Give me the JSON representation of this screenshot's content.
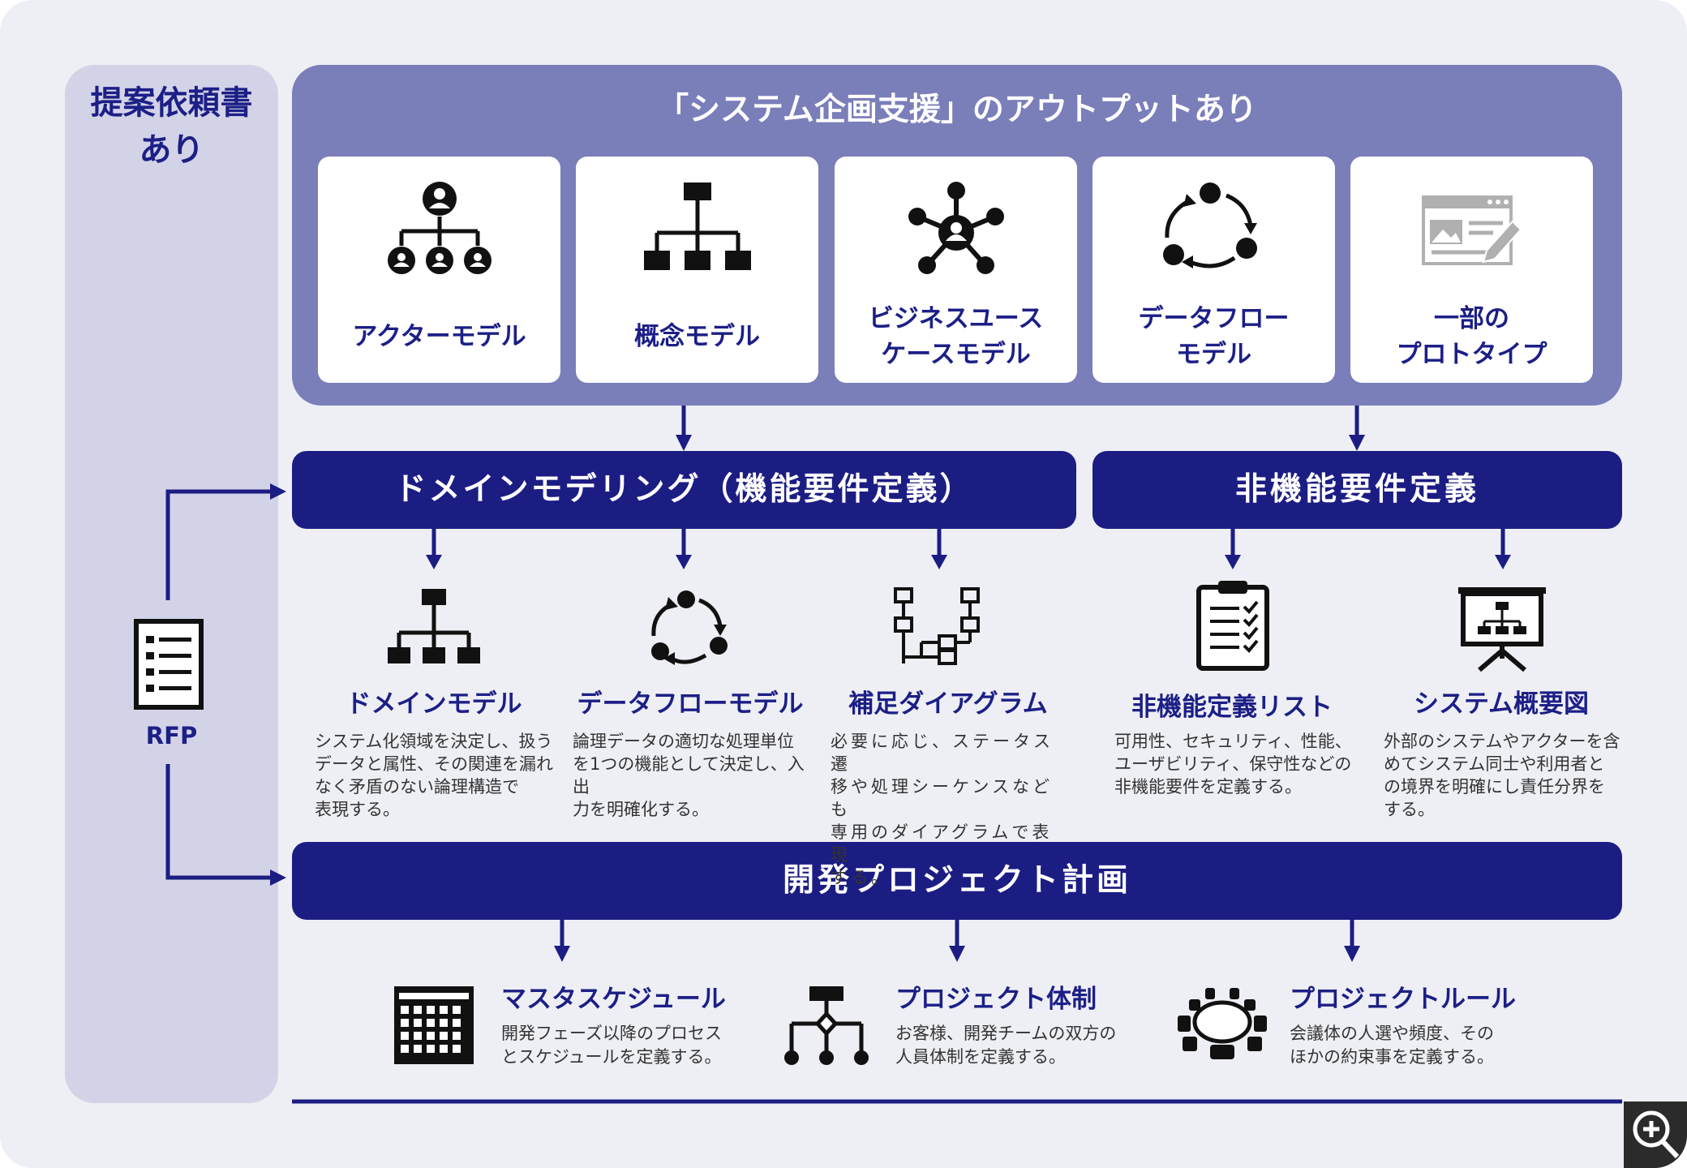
{
  "left_column": {
    "title_line1": "提案依頼書",
    "title_line2": "あり",
    "rfp_label": "RFP",
    "rfp_icon": "document-list-icon"
  },
  "top_section": {
    "title": "「システム企画支援」のアウトプットあり",
    "cards": [
      {
        "icon": "actor-hierarchy-icon",
        "line1": "アクターモデル",
        "line2": ""
      },
      {
        "icon": "org-chart-icon",
        "line1": "概念モデル",
        "line2": ""
      },
      {
        "icon": "network-hub-icon",
        "line1": "ビジネスユース",
        "line2": "ケースモデル"
      },
      {
        "icon": "cycle-arrows-icon",
        "line1": "データフロー",
        "line2": "モデル"
      },
      {
        "icon": "browser-edit-icon",
        "line1": "一部の",
        "line2": "プロトタイプ"
      }
    ]
  },
  "bands": {
    "functional": "ドメインモデリング（機能要件定義）",
    "nonfunctional": "非機能要件定義",
    "project_plan": "開発プロジェクト計画"
  },
  "middle_items": [
    {
      "icon": "org-chart-icon",
      "title": "ドメインモデル",
      "desc": [
        "システム化領域を決定し、扱う",
        "データと属性、その関連を漏れ",
        "なく矛盾のない論理構造で",
        "表現する。"
      ]
    },
    {
      "icon": "cycle-arrows-icon",
      "title": "データフローモデル",
      "desc": [
        "論理データの適切な処理単位",
        "を1つの機能として決定し、入出",
        "力を明確化する。"
      ]
    },
    {
      "icon": "flow-diagram-icon",
      "title": "補足ダイアグラム",
      "desc": [
        "必要に応じ、ステータス遷",
        "移や処理シーケンスなども",
        "専用のダイアグラムで表現",
        "する。"
      ]
    },
    {
      "icon": "clipboard-checklist-icon",
      "title": "非機能定義リスト",
      "desc": [
        "可用性、セキュリティ、性能、",
        "ユーザビリティ、保守性などの",
        "非機能要件を定義する。"
      ]
    },
    {
      "icon": "presentation-board-icon",
      "title": "システム概要図",
      "desc": [
        "外部のシステムやアクターを含",
        "めてシステム同士や利用者と",
        "の境界を明確にし責任分界を",
        "する。"
      ]
    }
  ],
  "bottom_items": [
    {
      "icon": "calendar-grid-icon",
      "title": "マスタスケジュール",
      "desc": [
        "開発フェーズ以降のプロセス",
        "とスケジュールを定義する。"
      ]
    },
    {
      "icon": "team-structure-icon",
      "title": "プロジェクト体制",
      "desc": [
        "お客様、開発チームの双方の",
        "人員体制を定義する。"
      ]
    },
    {
      "icon": "meeting-table-icon",
      "title": "プロジェクトルール",
      "desc": [
        "会議体の人選や頻度、その",
        "ほかの約束事を定義する。"
      ]
    }
  ],
  "zoom_icon": "zoom-in-icon",
  "colors": {
    "navy": "#1c1d83",
    "top_box": "#7a7eb9",
    "left_column": "#d3d3e8",
    "background": "#eeeff4"
  }
}
